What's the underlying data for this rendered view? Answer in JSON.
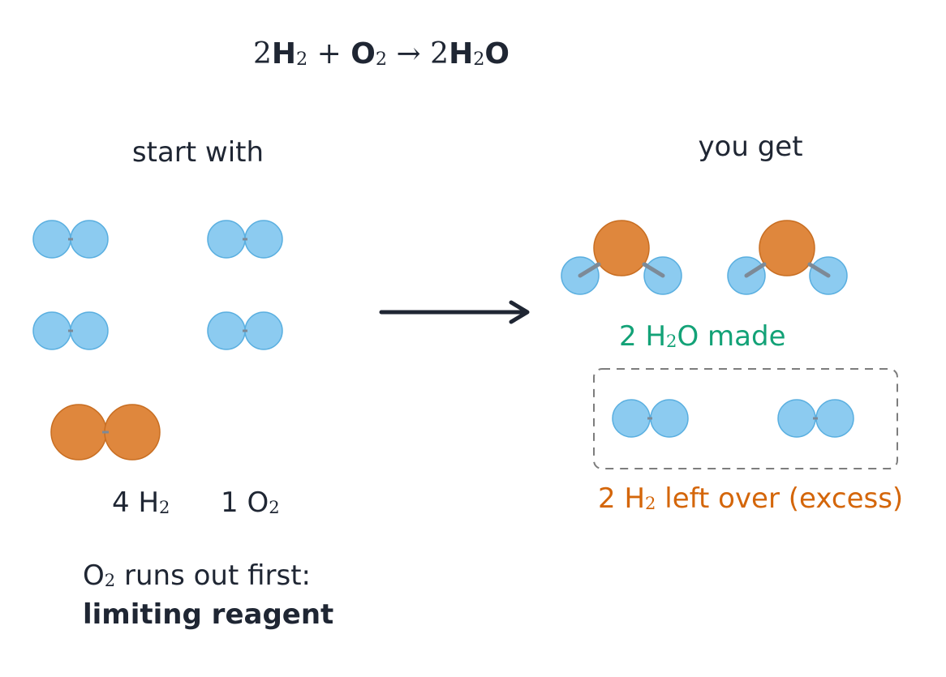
{
  "equation": {
    "coef1": "2",
    "h": "H",
    "sub2a": "2",
    "plus": "+",
    "o": "O",
    "sub2b": "2",
    "arrow": "→",
    "coef2": "2",
    "h2": "H",
    "sub2c": "2",
    "o2": "O"
  },
  "left_panel": {
    "title": "start with",
    "count_h2": {
      "num": "4",
      "sym": "H",
      "sub": "2"
    },
    "count_o2": {
      "num": "1",
      "sym": "O",
      "sub": "2"
    },
    "note_line1": {
      "sym": "O",
      "sub": "2",
      "text": " runs out first:"
    },
    "note_line2": "limiting reagent"
  },
  "right_panel": {
    "title": "you get",
    "made": {
      "num": "2",
      "sym1": "H",
      "sub": "2",
      "sym2": "O",
      "text": " made"
    },
    "excess": {
      "num": "2",
      "sym": "H",
      "sub": "2",
      "text": " left over (excess)"
    }
  },
  "colors": {
    "hydrogen": "#8ccbf0",
    "hydrogen_stroke": "#5aafe0",
    "oxygen": "#df873d",
    "oxygen_stroke": "#c86e22",
    "bond": "#7d8a97",
    "arrow": "#1f2633",
    "made_text": "#13a277",
    "excess_text": "#d4660a",
    "box_dash": "#7d7d7d"
  }
}
